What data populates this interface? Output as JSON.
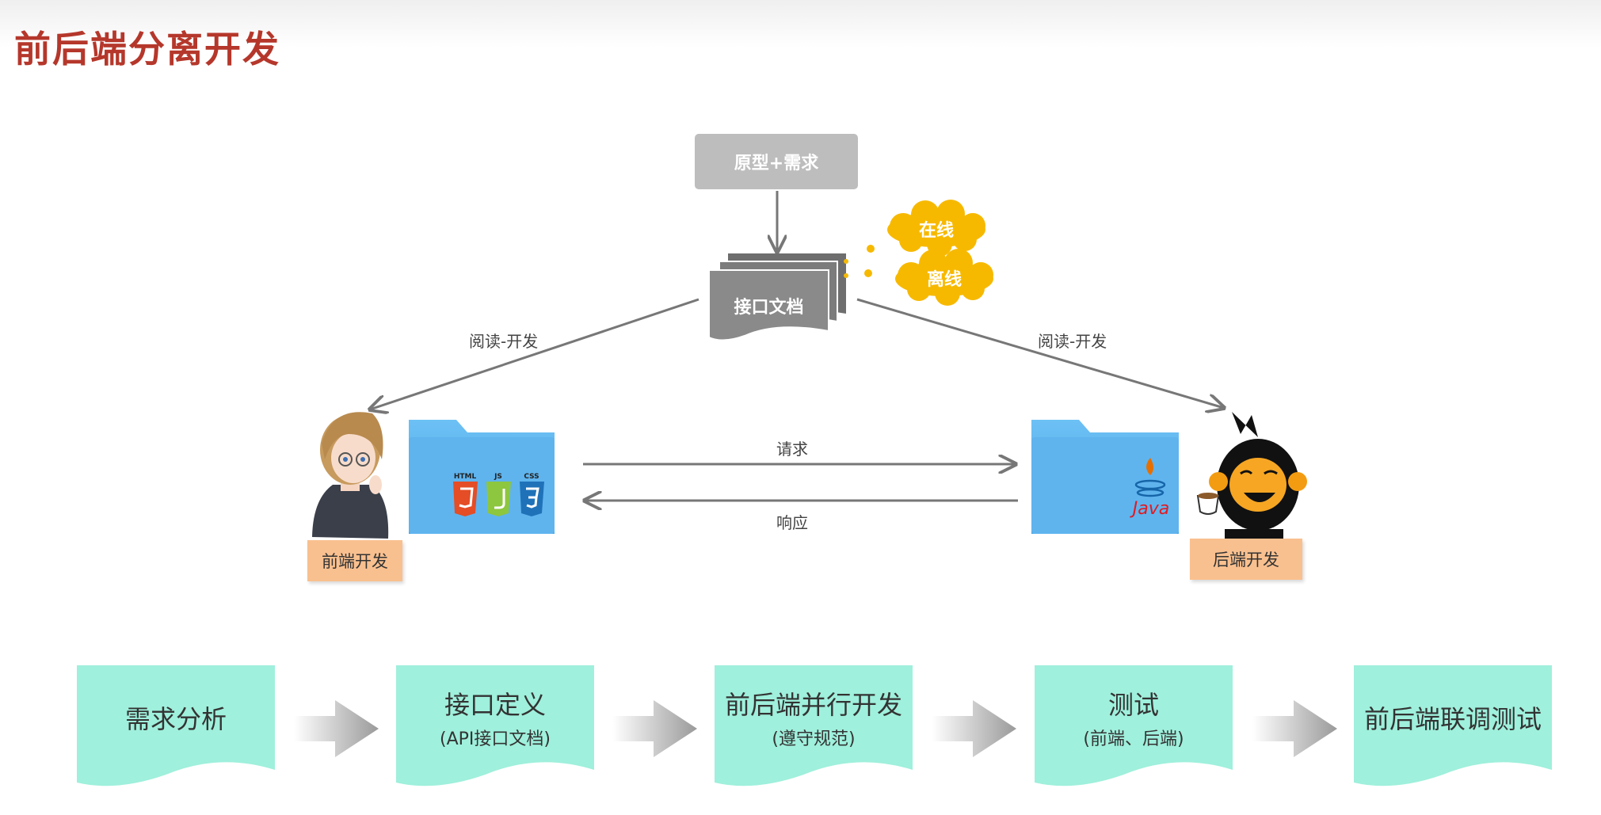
{
  "title": "前后端分离开发",
  "top_box": {
    "label": "原型+需求"
  },
  "doc": {
    "label": "接口文档"
  },
  "clouds": [
    {
      "label": "在线"
    },
    {
      "label": "离线"
    }
  ],
  "edges": {
    "left_read": "阅读-开发",
    "right_read": "阅读-开发",
    "request": "请求",
    "response": "响应"
  },
  "frontend": {
    "label": "前端开发",
    "tech": [
      "HTML",
      "JS",
      "CSS"
    ]
  },
  "backend": {
    "label": "后端开发",
    "tech": "Java"
  },
  "steps": [
    {
      "title": "需求分析",
      "sub": ""
    },
    {
      "title": "接口定义",
      "sub": "(API接口文档)"
    },
    {
      "title": "前后端并行开发",
      "sub": "(遵守规范)"
    },
    {
      "title": "测试",
      "sub": "(前端、后端)"
    },
    {
      "title": "前后端联调测试",
      "sub": ""
    }
  ],
  "colors": {
    "title": "#b5372b",
    "gray_box": "#bdbdbd",
    "doc": "#7a7a7a",
    "cloud": "#f7b900",
    "tag": "#f9c08f",
    "folder": "#5fb4ee",
    "step": "#9ff0dc"
  }
}
